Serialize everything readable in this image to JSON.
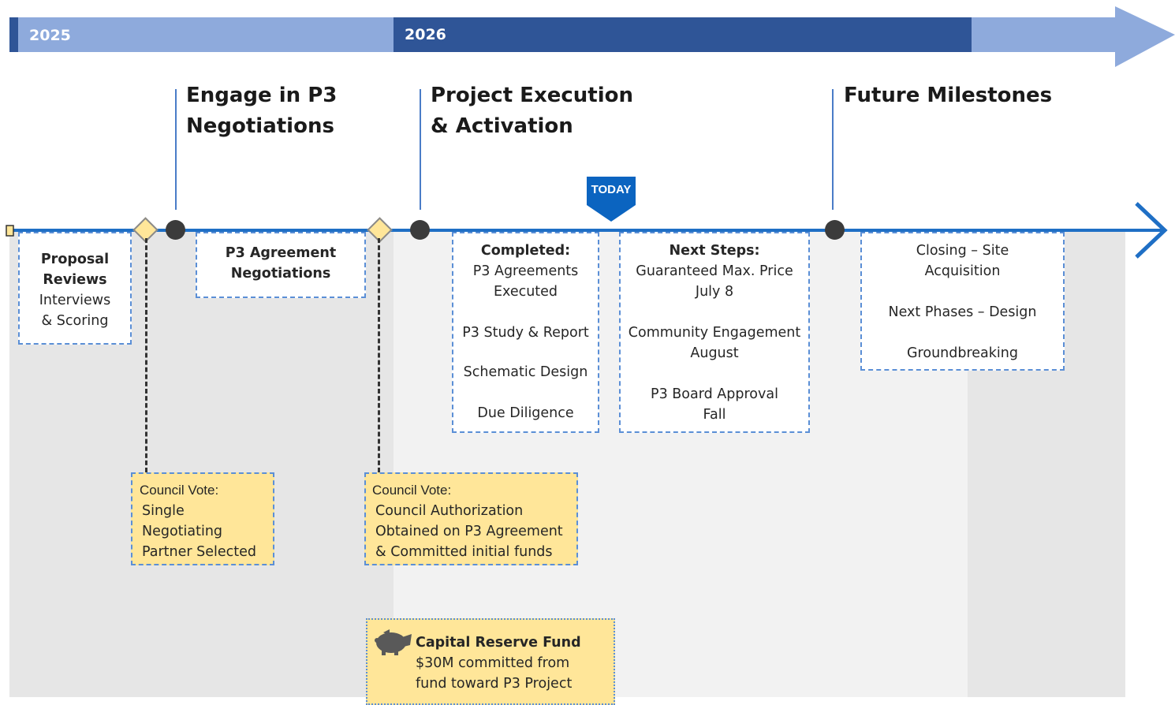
{
  "header": {
    "year_2025": "2025",
    "year_2026": "2026",
    "colors": {
      "light_band": "#8eaadc",
      "dark_band": "#2f5597"
    }
  },
  "phases": {
    "engage": {
      "line1": "Engage in P3",
      "line2": "Negotiations"
    },
    "execution": {
      "line1": "Project Execution",
      "line2": "& Activation"
    },
    "future": {
      "line1": "Future Milestones"
    }
  },
  "today_marker": {
    "label": "TODAY",
    "color": "#0b64c0"
  },
  "boxes": {
    "proposal": {
      "title1": "Proposal",
      "title2": "Reviews",
      "line1": "Interviews",
      "line2": "& Scoring"
    },
    "negotiations": {
      "line1": "P3 Agreement",
      "line2": "Negotiations"
    },
    "completed": {
      "title": "Completed:",
      "items": [
        "P3 Agreements",
        "Executed",
        "P3 Study & Report",
        "Schematic Design",
        "Due Diligence"
      ]
    },
    "next_steps": {
      "title": "Next Steps:",
      "items": [
        "Guaranteed Max. Price",
        "July 8",
        "Community Engagement",
        "August",
        "P3 Board Approval",
        "Fall"
      ]
    },
    "future": {
      "items": [
        "Closing – Site",
        "Acquisition",
        "Next Phases – Design",
        "Groundbreaking"
      ]
    }
  },
  "council_votes": {
    "vote1": {
      "title": "Council Vote:",
      "lines": [
        "Single",
        "Negotiating",
        "Partner Selected"
      ]
    },
    "vote2": {
      "title": "Council Vote:",
      "lines": [
        "Council Authorization",
        "Obtained on P3 Agreement",
        "& Committed initial funds"
      ]
    }
  },
  "reserve_fund": {
    "title": "Capital Reserve Fund",
    "line1": "$30M committed from",
    "line2": "fund toward P3 Project",
    "icon": "piggy-bank-icon"
  }
}
